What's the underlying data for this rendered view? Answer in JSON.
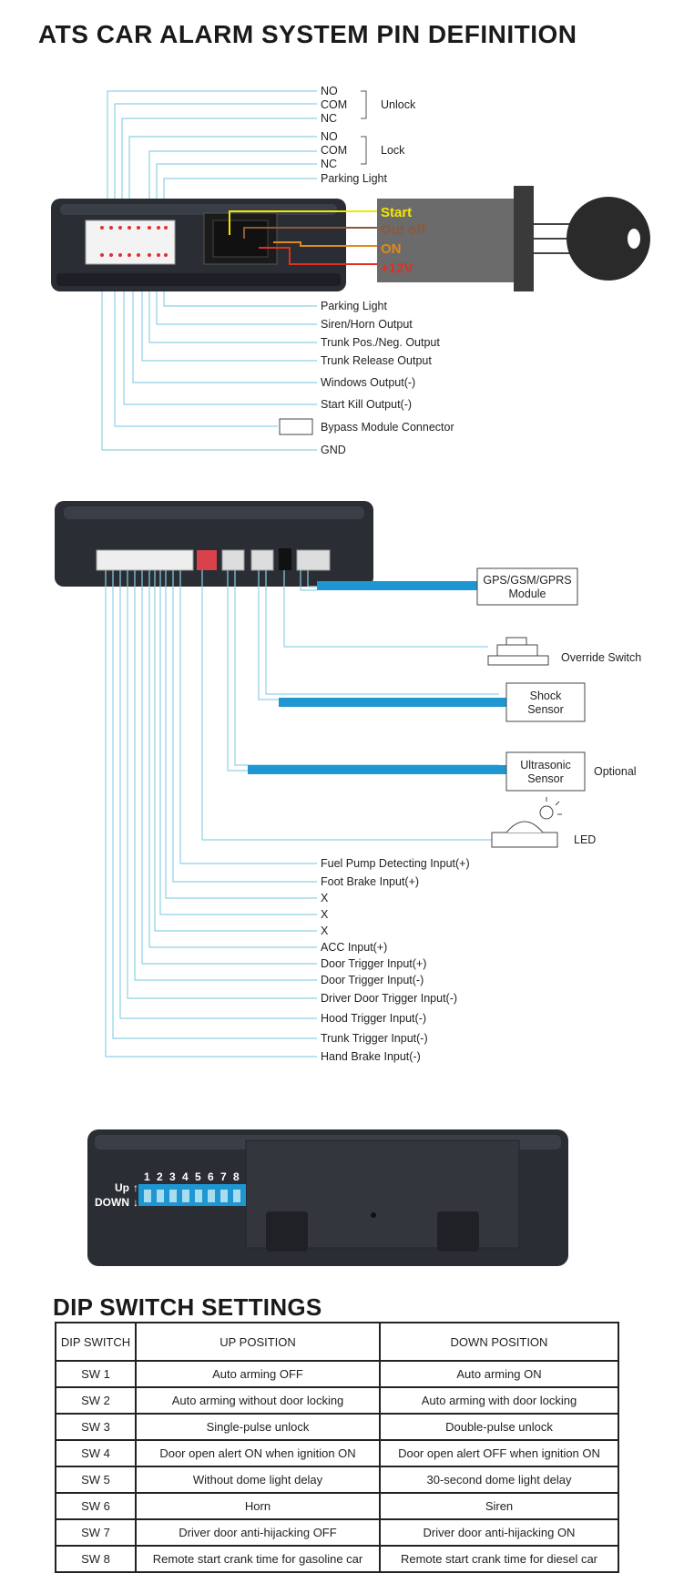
{
  "title": "ATS CAR ALARM SYSTEM PIN DEFINITION",
  "section1": {
    "top_labels": [
      "NO",
      "COM",
      "NC",
      "NO",
      "COM",
      "NC",
      "Parking Light"
    ],
    "unlock_label": "Unlock",
    "lock_label": "Lock",
    "ignition": [
      "Start",
      "Out off",
      "ON",
      "+12V"
    ],
    "bottom_labels": [
      "Parking Light",
      "Siren/Horn Output",
      "Trunk Pos./Neg. Output",
      "Trunk Release Output",
      "Windows Output(-)",
      "Start Kill Output(-)",
      "Bypass Module Connector",
      "GND"
    ]
  },
  "section2": {
    "devices": {
      "gps": [
        "GPS/GSM/GPRS",
        "Module"
      ],
      "override": "Override Switch",
      "shock": [
        "Shock",
        "Sensor"
      ],
      "ultrasonic": [
        "Ultrasonic",
        "Sensor"
      ],
      "optional": "Optional",
      "led": "LED"
    },
    "input_labels": [
      "Fuel Pump Detecting Input(+)",
      "Foot Brake Input(+)",
      "X",
      "X",
      "X",
      "ACC Input(+)",
      "Door Trigger Input(+)",
      "Door Trigger Input(-)",
      "Driver Door Trigger Input(-)",
      "Hood Trigger Input(-)",
      "Trunk Trigger Input(-)",
      "Hand Brake Input(-)"
    ]
  },
  "section3": {
    "up_label": "Up",
    "down_label": "DOWN",
    "switch_numbers": [
      "1",
      "2",
      "3",
      "4",
      "5",
      "6",
      "7",
      "8"
    ]
  },
  "dip_table": {
    "heading": "DIP SWITCH SETTINGS",
    "headers": [
      "DIP SWITCH",
      "UP POSITION",
      "DOWN POSITION"
    ],
    "rows": [
      [
        "SW 1",
        "Auto arming OFF",
        "Auto arming ON"
      ],
      [
        "SW 2",
        "Auto arming without door locking",
        "Auto arming with door locking"
      ],
      [
        "SW 3",
        "Single-pulse unlock",
        "Double-pulse unlock"
      ],
      [
        "SW 4",
        "Door open alert ON when ignition ON",
        "Door open alert OFF when ignition ON"
      ],
      [
        "SW 5",
        "Without dome light delay",
        "30-second dome light delay"
      ],
      [
        "SW 6",
        "Horn",
        "Siren"
      ],
      [
        "SW 7",
        "Driver door anti-hijacking OFF",
        "Driver door anti-hijacking ON"
      ],
      [
        "SW 8",
        "Remote start crank time for gasoline car",
        "Remote start crank time for diesel car"
      ]
    ]
  },
  "colors": {
    "wire": "#8fd0e6",
    "cable": "#1e96d2",
    "start": "#f5e600",
    "out_off": "#8a5a3a",
    "on": "#e08a1e",
    "plus12v": "#e03020",
    "module_body": "#2a2d33"
  }
}
